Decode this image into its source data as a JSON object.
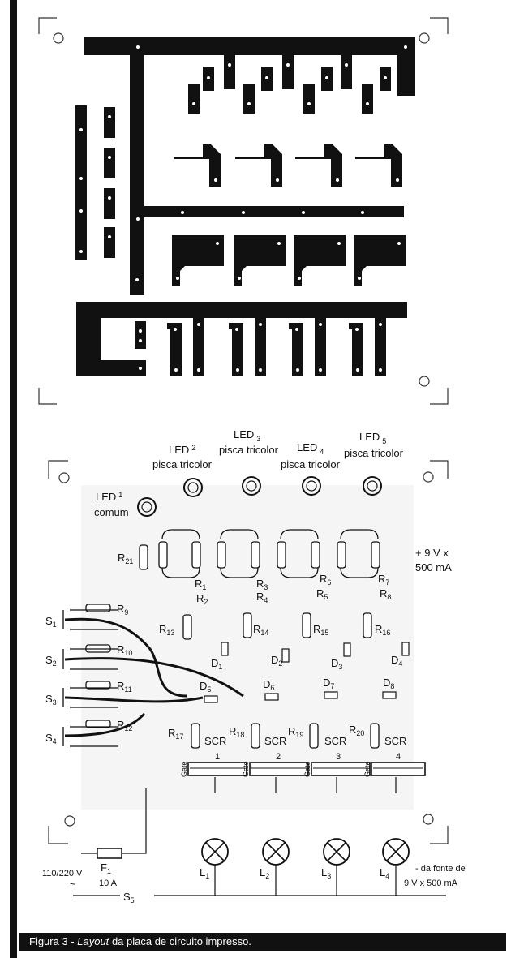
{
  "pcb": {
    "leds": [
      {
        "name": "LED 1",
        "main": "LED",
        "sub": "1",
        "note": "comum"
      },
      {
        "name": "LED 2",
        "main": "LED",
        "sub": "2",
        "note": "pisca tricolor"
      },
      {
        "name": "LED 3",
        "main": "LED",
        "sub": "3",
        "note": "pisca tricolor"
      },
      {
        "name": "LED 4",
        "main": "LED",
        "sub": "4",
        "note": "pisca tricolor"
      },
      {
        "name": "LED 5",
        "main": "LED",
        "sub": "5",
        "note": "pisca tricolor"
      }
    ],
    "resistors": [
      {
        "main": "R",
        "sub": "1"
      },
      {
        "main": "R",
        "sub": "2"
      },
      {
        "main": "R",
        "sub": "3"
      },
      {
        "main": "R",
        "sub": "4"
      },
      {
        "main": "R",
        "sub": "5"
      },
      {
        "main": "R",
        "sub": "6"
      },
      {
        "main": "R",
        "sub": "7"
      },
      {
        "main": "R",
        "sub": "8"
      },
      {
        "main": "R",
        "sub": "9"
      },
      {
        "main": "R",
        "sub": "10"
      },
      {
        "main": "R",
        "sub": "11"
      },
      {
        "main": "R",
        "sub": "12"
      },
      {
        "main": "R",
        "sub": "13"
      },
      {
        "main": "R",
        "sub": "14"
      },
      {
        "main": "R",
        "sub": "15"
      },
      {
        "main": "R",
        "sub": "16"
      },
      {
        "main": "R",
        "sub": "17"
      },
      {
        "main": "R",
        "sub": "18"
      },
      {
        "main": "R",
        "sub": "19"
      },
      {
        "main": "R",
        "sub": "20"
      },
      {
        "main": "R",
        "sub": "21"
      }
    ],
    "diodes": [
      {
        "main": "D",
        "sub": "1"
      },
      {
        "main": "D",
        "sub": "2"
      },
      {
        "main": "D",
        "sub": "3"
      },
      {
        "main": "D",
        "sub": "4"
      },
      {
        "main": "D",
        "sub": "5"
      },
      {
        "main": "D",
        "sub": "6"
      },
      {
        "main": "D",
        "sub": "7"
      },
      {
        "main": "D",
        "sub": "8"
      }
    ],
    "switches": [
      {
        "main": "S",
        "sub": "1"
      },
      {
        "main": "S",
        "sub": "2"
      },
      {
        "main": "S",
        "sub": "3"
      },
      {
        "main": "S",
        "sub": "4"
      },
      {
        "main": "S",
        "sub": "5"
      }
    ],
    "scrs": [
      {
        "label": "SCR",
        "num": "1",
        "gate": "Gate"
      },
      {
        "label": "SCR",
        "num": "2",
        "gate": "Gate"
      },
      {
        "label": "SCR",
        "num": "3",
        "gate": "Gate"
      },
      {
        "label": "SCR",
        "num": "4",
        "gate": "Gate"
      }
    ],
    "lamps": [
      {
        "main": "L",
        "sub": "1"
      },
      {
        "main": "L",
        "sub": "2"
      },
      {
        "main": "L",
        "sub": "3"
      },
      {
        "main": "L",
        "sub": "4"
      }
    ],
    "fuse": {
      "main": "F",
      "sub": "1",
      "rating": "10 A"
    },
    "mains": {
      "voltage": "110/220 V",
      "ac_symbol": "~"
    },
    "supply_plus": {
      "line1": "+ 9 V x",
      "line2": "500 mA"
    },
    "supply_minus": {
      "line1": "- da fonte de",
      "line2": "9 V x 500 mA"
    }
  },
  "caption": {
    "prefix": "Figura 3 -",
    "italic": "Layout",
    "rest": "da placa de circuito impresso."
  }
}
